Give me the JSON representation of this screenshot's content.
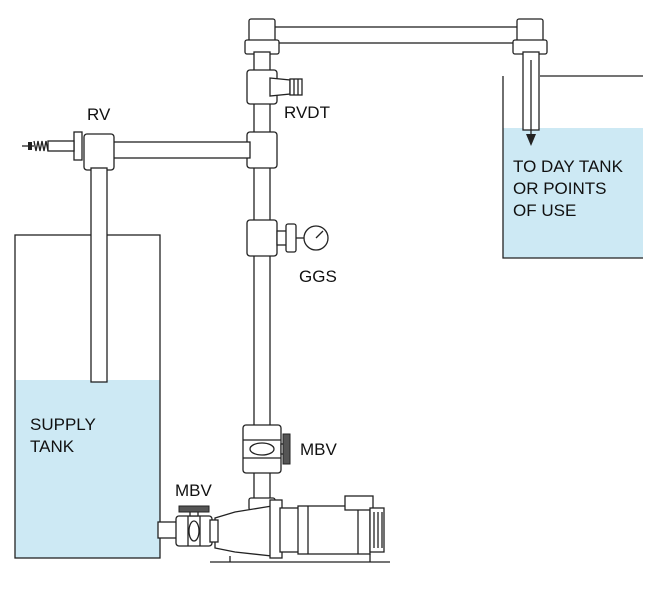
{
  "labels": {
    "rv": "RV",
    "rvdt": "RVDT",
    "ggs": "GGS",
    "mbv_upper": "MBV",
    "mbv_lower": "MBV",
    "supply_line1": "SUPPLY",
    "supply_line2": "TANK",
    "day_line1": "TO DAY TANK",
    "day_line2": "OR POINTS",
    "day_line3": "OF USE"
  },
  "colors": {
    "water": "#cde9f4",
    "line": "#222222",
    "text": "#111111"
  }
}
